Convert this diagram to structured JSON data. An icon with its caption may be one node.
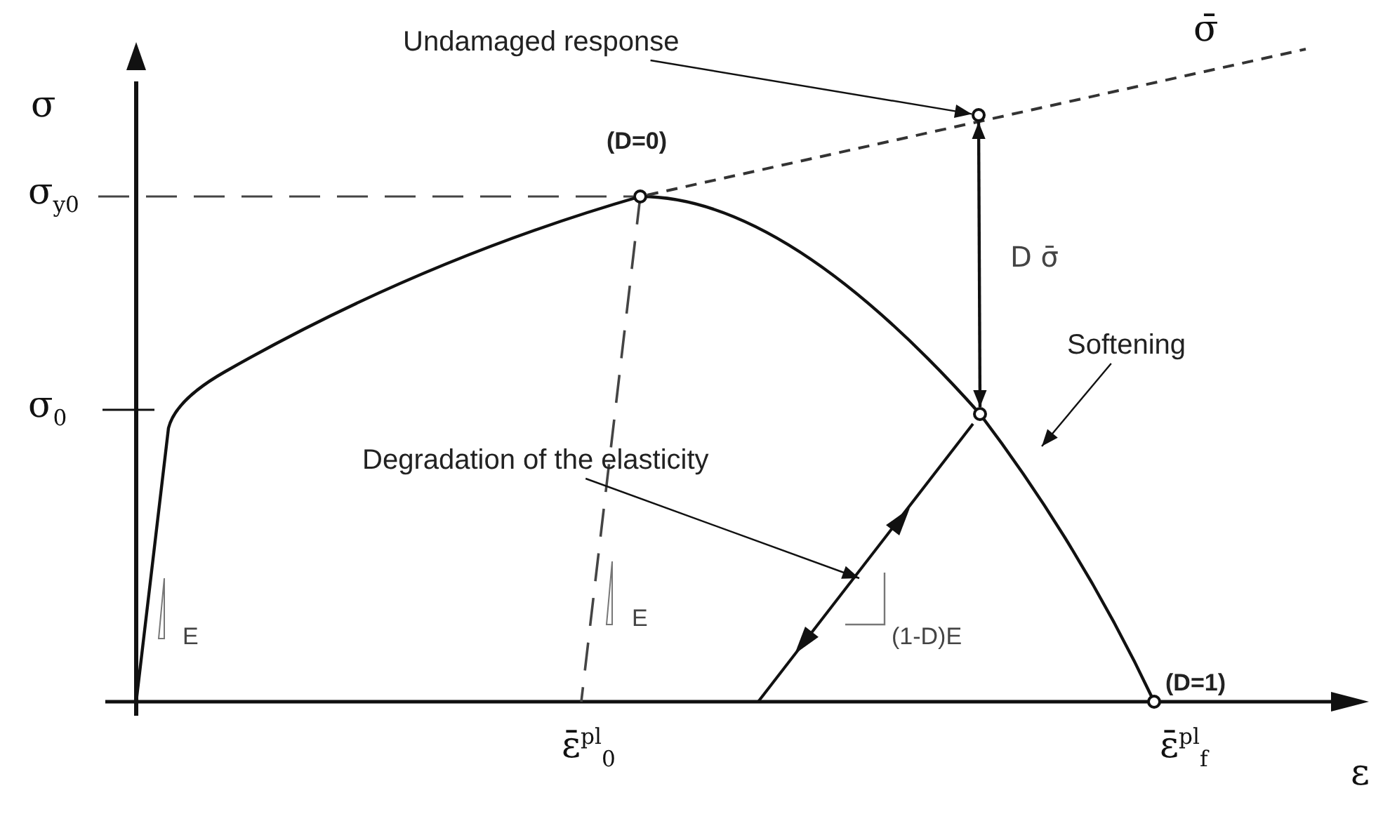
{
  "diagram": {
    "nodes": [
      {
        "text": [
          "Undamaged response"
        ]
      },
      {
        "text": [],
        "shape": "circle"
      },
      {
        "text": [],
        "shape": "circle",
        "beside": [
          "(D=0)"
        ]
      },
      {
        "text": [],
        "shape": "circle"
      },
      {
        "text": [],
        "shape": "circle",
        "beside": [
          "(D=1)"
        ]
      },
      {
        "text": [
          "Softening"
        ]
      },
      {
        "text": [
          "Degradation of the elasticity"
        ]
      }
    ],
    "edges": [
      {
        "from": 0,
        "to": 1,
        "arrow": "to"
      },
      {
        "from": 1,
        "to": 3,
        "arrow": "both",
        "label": "D σ̄"
      },
      {
        "from": 5,
        "to": null,
        "arrow": "to"
      },
      {
        "from": 6,
        "to": null,
        "arrow": "to"
      }
    ],
    "labels": [
      "σ̄",
      "σ",
      "σ$_{y0}$",
      "σ$_{0}$",
      "E",
      "E",
      "(1-D)E",
      "ε̄$^{pl}$$_{0}$",
      "ε̄$^{pl}$$_{f}$",
      "ε"
    ]
  }
}
